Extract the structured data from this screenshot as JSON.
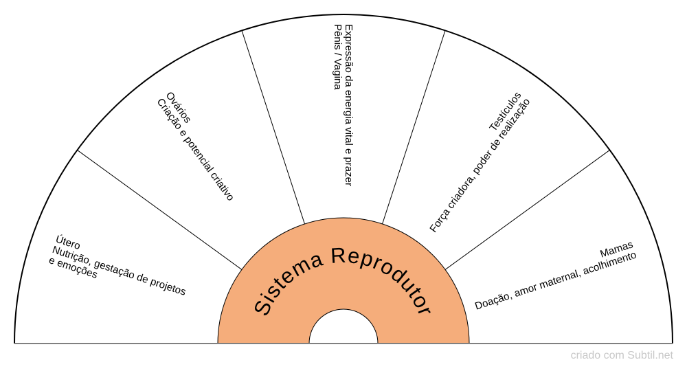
{
  "diagram": {
    "center_label": "Sistema Reprodutor",
    "center_color": "#f5ad7b",
    "outline_color": "#000000",
    "baseline_color": "#808080",
    "segments": [
      {
        "title": "Útero",
        "lines": [
          "Nutrição, gestação de projetos",
          "e emoções"
        ]
      },
      {
        "title": "Ovários",
        "lines": [
          "Criação e potencial criativo"
        ]
      },
      {
        "title": "Pênis / Vagina",
        "lines": [
          "Expressão da energia vital e prazer"
        ]
      },
      {
        "title": "Testículos",
        "lines": [
          "Força criadora, poder de realização"
        ]
      },
      {
        "title": "Mamas",
        "lines": [
          "Doação, amor maternal, acolhimento"
        ]
      }
    ]
  },
  "footer": {
    "credit": "criado com Subtil.net"
  }
}
